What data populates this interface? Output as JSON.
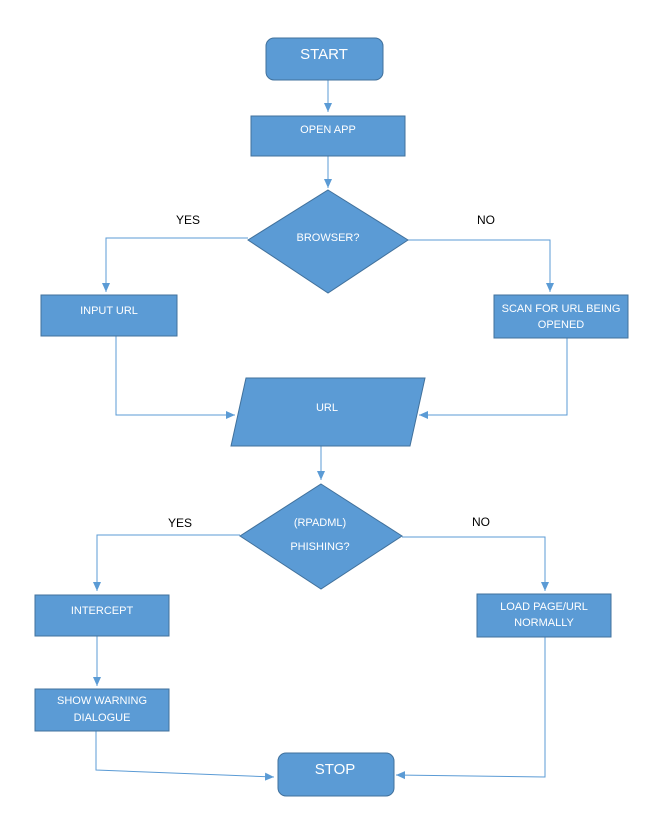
{
  "nodes": {
    "start": "START",
    "open_app": "OPEN APP",
    "browser": "BROWSER?",
    "input_url": "INPUT URL",
    "scan_line1": "SCAN FOR URL BEING",
    "scan_line2": "OPENED",
    "url": "URL",
    "phishing_line1": "(RPADML)",
    "phishing_line2": "PHISHING?",
    "intercept": "INTERCEPT",
    "load_line1": "LOAD PAGE/URL",
    "load_line2": "NORMALLY",
    "warning_line1": "SHOW WARNING",
    "warning_line2": "DIALOGUE",
    "stop": "STOP"
  },
  "edges": {
    "browser_yes": "YES",
    "browser_no": "NO",
    "phishing_yes": "YES",
    "phishing_no": "NO"
  }
}
